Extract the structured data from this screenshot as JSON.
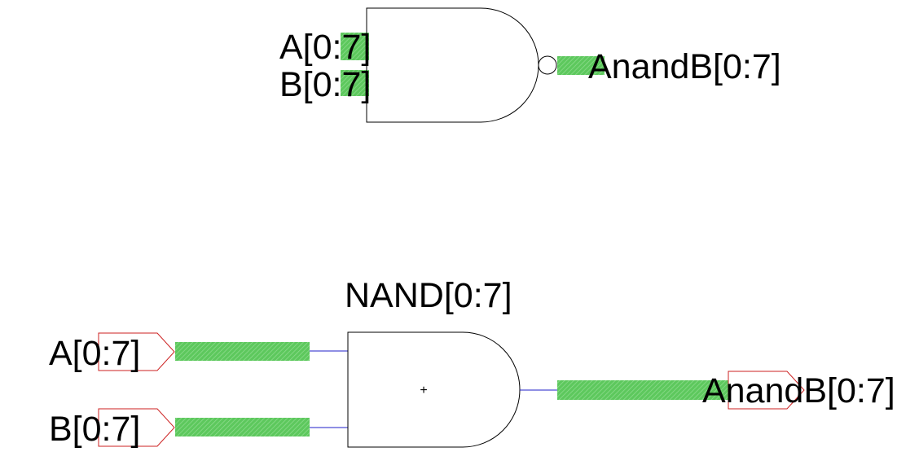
{
  "colors": {
    "bus": "#5dc85d",
    "wire": "#1f1fc8",
    "port_outline": "#cc2222",
    "gate_outline": "#000000",
    "text": "#000000",
    "background": "#ffffff"
  },
  "symbol_gate": {
    "type": "nand-symbol",
    "input_a_label": "A[0:7]",
    "input_b_label": "B[0:7]",
    "output_label": "AnandB[0:7]"
  },
  "schematic": {
    "instance_label": "NAND[0:7]",
    "port_a_label": "A[0:7]",
    "port_b_label": "B[0:7]",
    "output_port_label": "AnandB[0:7]",
    "origin_marker": "+"
  }
}
